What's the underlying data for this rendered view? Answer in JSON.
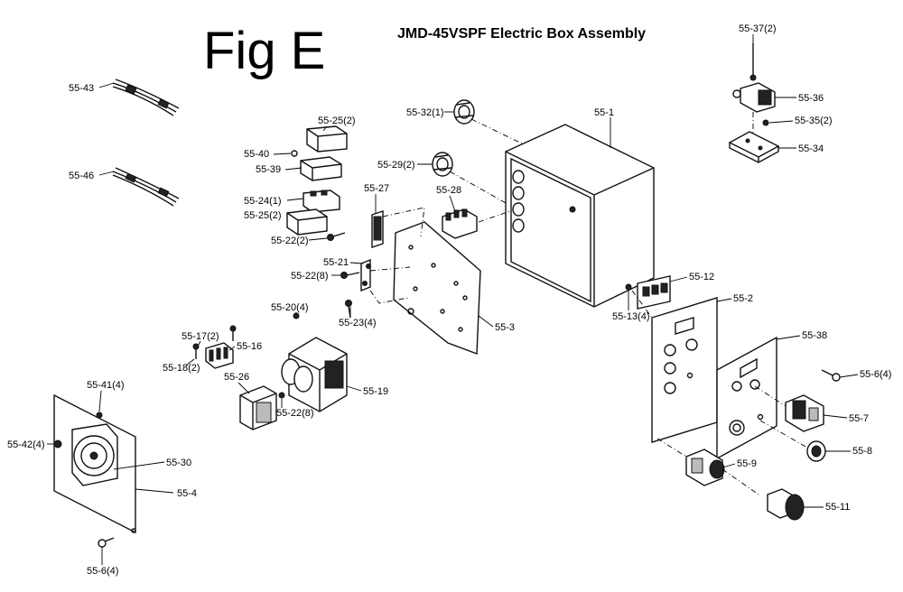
{
  "figure": {
    "fig_label": "Fig E",
    "title": "JMD-45VSPF Electric Box Assembly"
  },
  "parts": {
    "p55_1": "55-1",
    "p55_2": "55-2",
    "p55_3": "55-3",
    "p55_4": "55-4",
    "p55_6_top": "55-6(4)",
    "p55_6_bottom": "55-6(4)",
    "p55_7": "55-7",
    "p55_8": "55-8",
    "p55_9": "55-9",
    "p55_11": "55-11",
    "p55_12": "55-12",
    "p55_13": "55-13(4)",
    "p55_16": "55-16",
    "p55_17": "55-17(2)",
    "p55_18": "55-18(2)",
    "p55_19": "55-19",
    "p55_20": "55-20(4)",
    "p55_21": "55-21",
    "p55_22_a": "55-22(2)",
    "p55_22_b": "55-22(8)",
    "p55_22_c": "55-22(8)",
    "p55_23": "55-23(4)",
    "p55_24": "55-24(1)",
    "p55_25_a": "55-25(2)",
    "p55_25_b": "55-25(2)",
    "p55_26": "55-26",
    "p55_27": "55-27",
    "p55_28": "55-28",
    "p55_29": "55-29(2)",
    "p55_30": "55-30",
    "p55_32": "55-32(1)",
    "p55_34": "55-34",
    "p55_35": "55-35(2)",
    "p55_36": "55-36",
    "p55_37": "55-37(2)",
    "p55_38": "55-38",
    "p55_39": "55-39",
    "p55_40": "55-40",
    "p55_41": "55-41(4)",
    "p55_42": "55-42(4)",
    "p55_43": "55-43",
    "p55_46": "55-46"
  }
}
